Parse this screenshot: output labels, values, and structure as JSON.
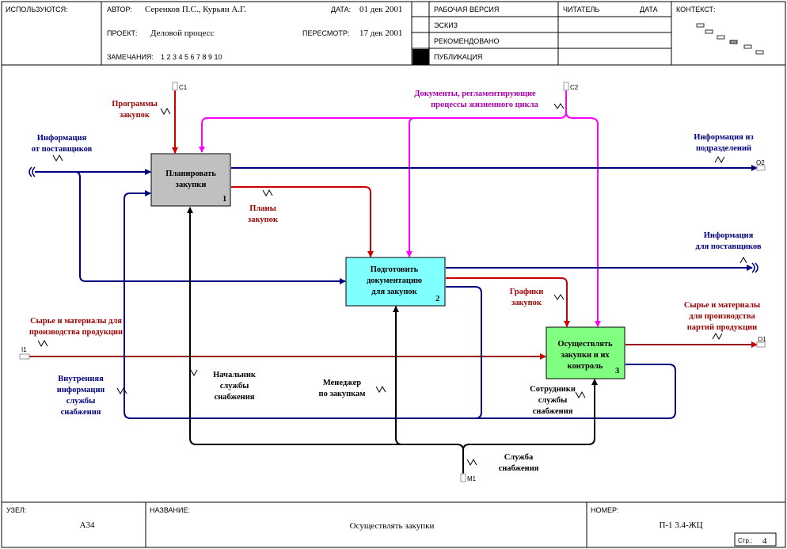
{
  "header": {
    "used_label": "ИСПОЛЬЗУЮТСЯ:",
    "author_label": "АВТОР:",
    "author_value": "Серенков П.С., Курьян А.Г.",
    "date_label": "ДАТА:",
    "date_value": "01 дек 2001",
    "project_label": "ПРОЕКТ:",
    "project_value": "Деловой процесс",
    "revision_label": "ПЕРЕСМОТР:",
    "revision_value": "17 дек 2001",
    "notes_label": "ЗАМЕЧАНИЯ:",
    "notes_numbers": "1 2 3 4 5 6 7 8 9 10",
    "status": [
      "РАБОЧАЯ ВЕРСИЯ",
      "ЭСКИЗ",
      "РЕКОМЕНДОВАНО",
      "ПУБЛИКАЦИЯ"
    ],
    "reader_label": "ЧИТАТЕЛЬ",
    "reader_date_label": "ДАТА",
    "context_label": "КОНТЕКСТ:"
  },
  "boxes": [
    {
      "line1": "Планировать",
      "line2": "закупки",
      "line3": "",
      "num": "1",
      "fill": "#c0c0c0"
    },
    {
      "line1": "Подготовить",
      "line2": "документацию",
      "line3": "для закупок",
      "num": "2",
      "fill": "#80ffff"
    },
    {
      "line1": "Осуществлять",
      "line2": "закупки и их",
      "line3": "контроль",
      "num": "3",
      "fill": "#80ff80"
    }
  ],
  "labels": {
    "c1_programs": [
      "Программы",
      "закупок"
    ],
    "c2_docs": [
      "Документы, регламентирующие",
      "процессы жизненного цикла"
    ],
    "info_suppliers_in": [
      "Информация",
      "от поставщиков"
    ],
    "info_divisions": [
      "Информация из",
      "подразделений"
    ],
    "plans": [
      "Планы",
      "закупок"
    ],
    "info_for_suppliers": [
      "Информация",
      "для поставщиков"
    ],
    "schedules": [
      "Графики",
      "закупок"
    ],
    "raw_in": [
      "Сырье и материалы для",
      "производства продукции"
    ],
    "raw_out": [
      "Сырье и материалы",
      "для производства",
      "партий продукции"
    ],
    "internal_info": [
      "Внутренняя",
      "информация",
      "службы",
      "снабжения"
    ],
    "head_supply": [
      "Начальник",
      "службы",
      "снабжения"
    ],
    "manager": [
      "Менеджер",
      "по закупкам"
    ],
    "staff": [
      "Сотрудники",
      "службы",
      "снабжения"
    ],
    "supply_service": [
      "Служба",
      "снабжения"
    ]
  },
  "tunnels": {
    "c1": "C1",
    "c2": "C2",
    "o2": "O2",
    "i1": "I1",
    "o1": "O1",
    "m1": "M1"
  },
  "footer": {
    "node_label": "УЗЕЛ:",
    "node_value": "А34",
    "name_label": "НАЗВАНИЕ:",
    "name_value": "Осуществлять закупки",
    "number_label": "НОМЕР:",
    "number_value": "П-1 3.4-ЖЦ",
    "page_label": "Стр.:",
    "page_value": "4"
  },
  "colors": {
    "control": "#cc0000",
    "mechanism": "#000000",
    "info": "#000080",
    "docs": "#ff00ff",
    "label_red": "#990000",
    "label_blue": "#000080",
    "label_magenta": "#aa00aa"
  }
}
